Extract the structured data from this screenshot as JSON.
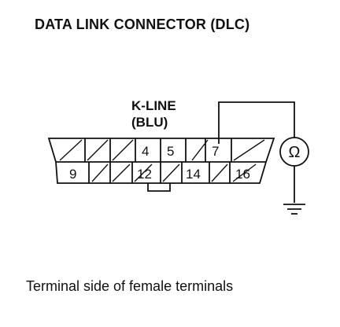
{
  "title": "DATA LINK CONNECTOR (DLC)",
  "label": {
    "line1": "K-LINE",
    "line2": "(BLU)"
  },
  "terminals": {
    "t4": "4",
    "t5": "5",
    "t7": "7",
    "t9": "9",
    "t12": "12",
    "t14": "14",
    "t16": "16"
  },
  "meter_symbol": "Ω",
  "caption": "Terminal side of female terminals"
}
